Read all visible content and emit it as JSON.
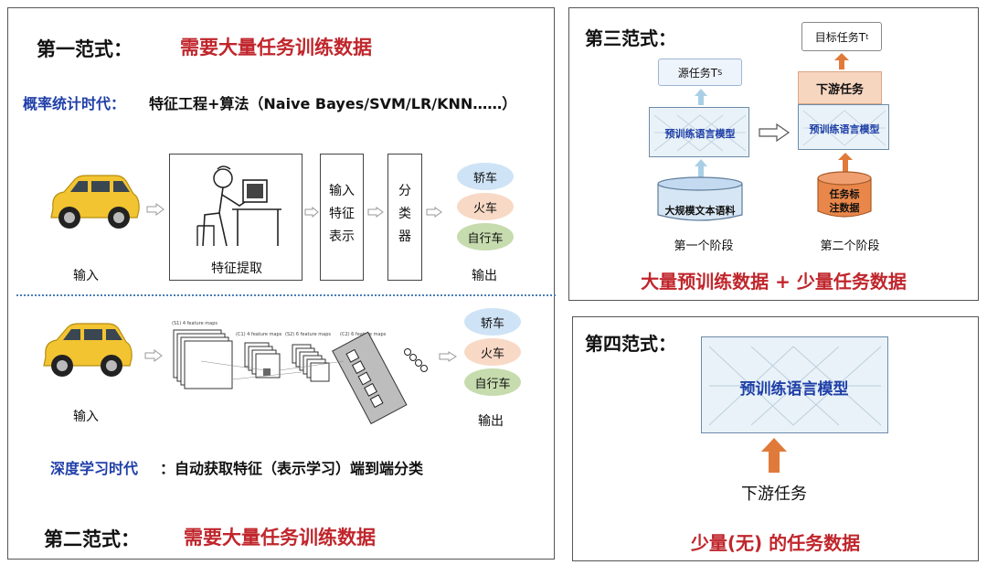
{
  "p1": {
    "title": "第一范式：",
    "need": "需要大量任务训练数据",
    "era_label": "概率统计时代：",
    "era_desc": "特征工程+算法（Naive Bayes/SVM/LR/KNN……）",
    "input_label": "输入",
    "feature_extract": "特征提取",
    "feature_repr": [
      "输入",
      "特征",
      "表示"
    ],
    "classifier": [
      "分",
      "类",
      "器"
    ],
    "outputs": [
      "轿车",
      "火车",
      "自行车"
    ],
    "output_label": "输出"
  },
  "p2": {
    "input_label": "输入",
    "cnn_labels": [
      "(S1) 4 feature maps",
      "(C1) 4 feature maps",
      "(S2) 6 feature maps",
      "(C2) 6 feature maps"
    ],
    "outputs": [
      "轿车",
      "火车",
      "自行车"
    ],
    "output_label": "输出",
    "era_label": "深度学习时代",
    "era_desc": "：自动获取特征（表示学习）端到端分类",
    "title": "第二范式：",
    "need": "需要大量任务训练数据"
  },
  "p3": {
    "title": "第三范式：",
    "source_task": "源任务T",
    "source_sub": "S",
    "plm": "预训练语言模型",
    "corpus": "大规模文本语料",
    "stage1": "第一个阶段",
    "target_task": "目标任务T",
    "target_sub": "t",
    "downstream": "下游任务",
    "task_data": [
      "任务标",
      "注数据"
    ],
    "stage2": "第二个阶段",
    "summary": "大量预训练数据 + 少量任务数据"
  },
  "p4": {
    "title": "第四范式：",
    "plm": "预训练语言模型",
    "downstream": "下游任务",
    "summary": "少量(无) 的任务数据"
  },
  "colors": {
    "red": "#c0262c",
    "blue": "#1f3fa8",
    "arrow_orange": "#e07a3a",
    "arrow_blue": "#a9cfe6",
    "car_yellow": "#f3c431"
  }
}
